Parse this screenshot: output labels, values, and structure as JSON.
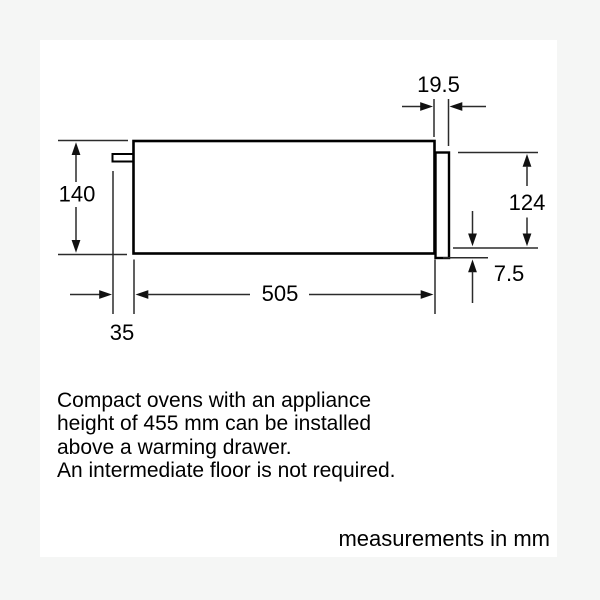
{
  "colors": {
    "frame_background": "#f5f6f5",
    "canvas_background": "#ffffff",
    "line": "#000000",
    "text": "#000000"
  },
  "diagram": {
    "subject": "warming-drawer-side-dimension-drawing",
    "labels": {
      "panel_depth": "19.5",
      "niche_height": "140",
      "front_panel_height": "124",
      "panel_bottom_offset": "7.5",
      "appliance_depth": "505",
      "rear_clearance": "35"
    }
  },
  "description": {
    "lines": [
      "Compact ovens with an appliance",
      "height of 455 mm can be installed",
      "above a warming drawer.",
      "An intermediate floor is not required."
    ]
  },
  "footer": {
    "note": "measurements in mm"
  }
}
